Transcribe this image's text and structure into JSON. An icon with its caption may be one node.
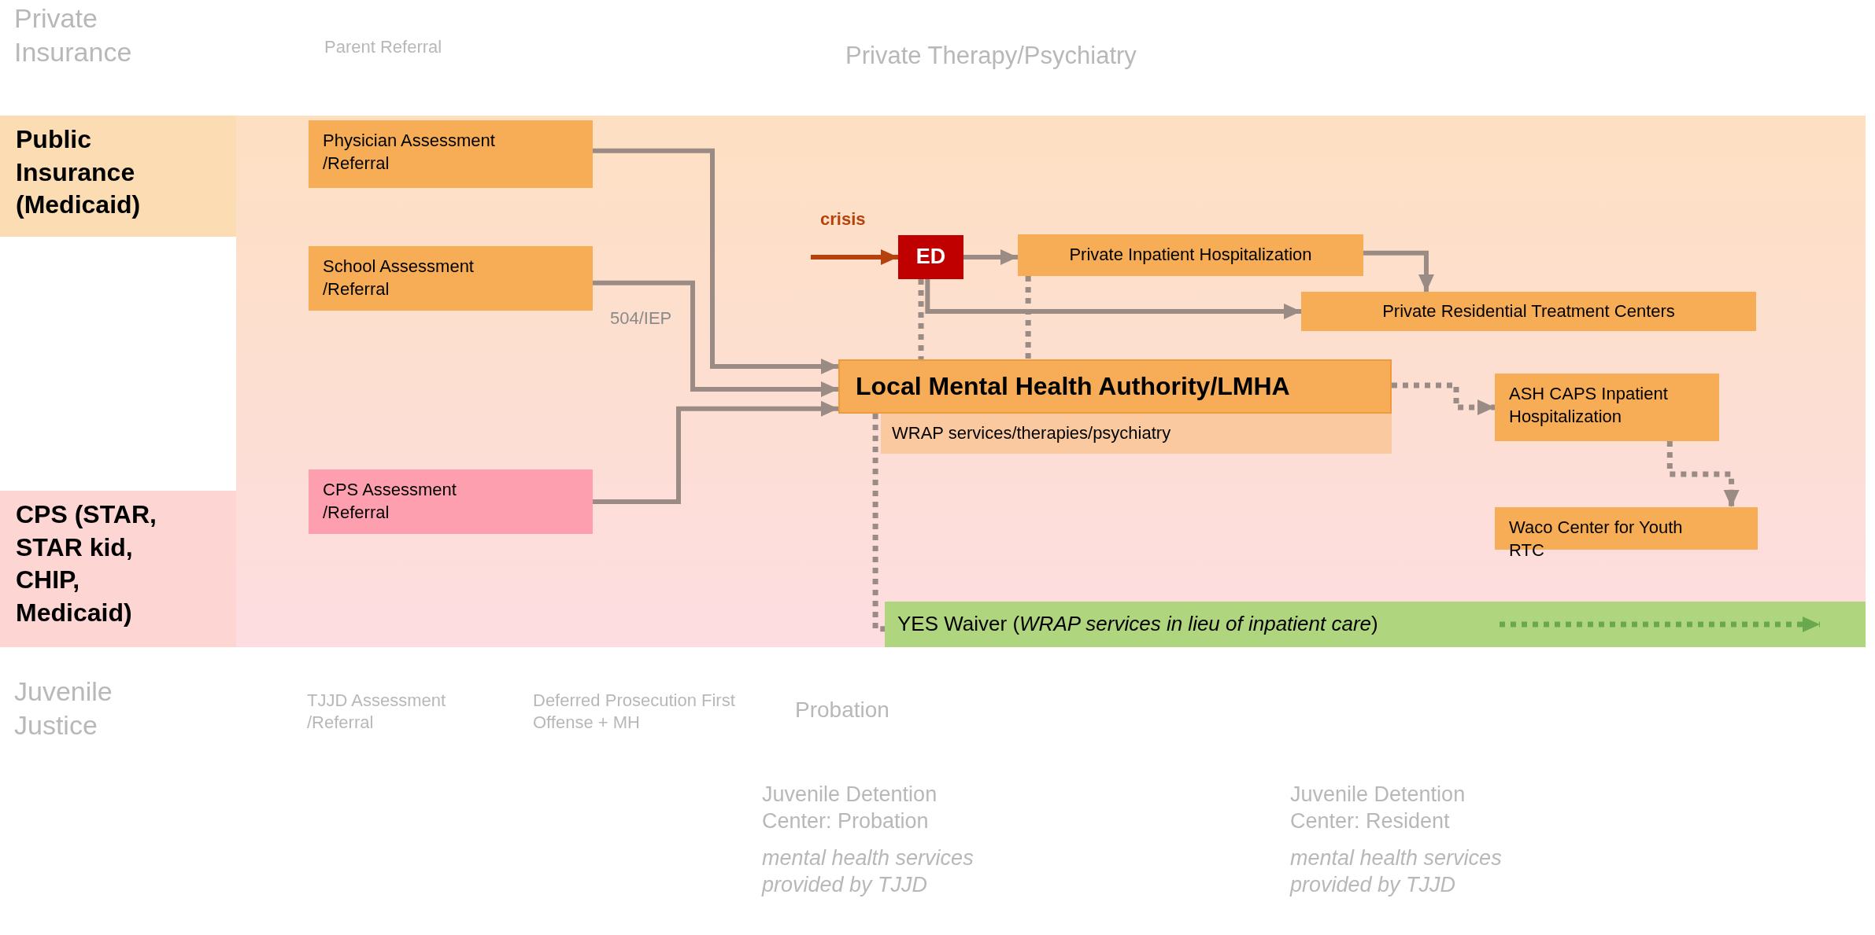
{
  "diagram": {
    "nodes": [
      {
        "text": [
          "Public Insurance (Medicaid)"
        ]
      },
      {
        "text": [
          "Physician Assessment /Referral"
        ]
      },
      {
        "text": [
          "School Assessment /Referral"
        ]
      },
      {
        "text": [
          "ED"
        ]
      },
      {
        "text": [
          "Private Inpatient Hospitalization"
        ]
      },
      {
        "text": [
          "Private Residential Treatment Centers"
        ]
      },
      {
        "text": [
          "Local Mental Health Authority/LMHA"
        ]
      },
      {
        "text": [
          "WRAP services/therapies/psychiatry"
        ]
      },
      {
        "text": [
          "ASH CAPS Inpatient Hospitalization"
        ]
      },
      {
        "text": [
          "Waco Center for Youth RTC"
        ]
      },
      {
        "text": [
          "CPS (STAR, STAR kid, CHIP, Medicaid)"
        ]
      },
      {
        "text": [
          "CPS Assessment /Referral"
        ]
      },
      {
        "text": [
          "YES Waiver (*WRAP services in lieu of inpatient care*)"
        ]
      }
    ],
    "edges": [
      {
        "from": 1,
        "to": 6,
        "arrow": "to"
      },
      {
        "from": 2,
        "to": 6,
        "arrow": "to",
        "label": "504/IEP"
      },
      {
        "from": 11,
        "to": 6,
        "arrow": "to"
      },
      {
        "from": null,
        "to": 3,
        "arrow": "to",
        "label": "crisis",
        "color": "#b5420c"
      },
      {
        "from": 3,
        "to": 4,
        "arrow": "to"
      },
      {
        "from": 3,
        "to": 5,
        "arrow": "to"
      },
      {
        "from": 4,
        "to": 5,
        "arrow": "to"
      },
      {
        "from": 3,
        "to": 6,
        "arrow": "none",
        "style": "dashed"
      },
      {
        "from": 4,
        "to": 6,
        "arrow": "none",
        "style": "dashed"
      },
      {
        "from": 6,
        "to": 8,
        "arrow": "to",
        "style": "dashed"
      },
      {
        "from": 8,
        "to": 9,
        "arrow": "to",
        "style": "dashed"
      },
      {
        "from": 6,
        "to": 12,
        "arrow": "none",
        "style": "dashed"
      }
    ],
    "labels": [
      "Private Insurance",
      "Parent Referral",
      "Private Therapy/Psychiatry",
      "Juvenile Justice",
      "TJJD Assessment /Referral",
      "Deferred Prosecution First Offense + MH",
      "Probation",
      "Juvenile Detention Center: Probation",
      "mental health services provided by TJJD",
      "Juvenile Detention Center: Resident",
      "mental health services provided by TJJD"
    ]
  }
}
